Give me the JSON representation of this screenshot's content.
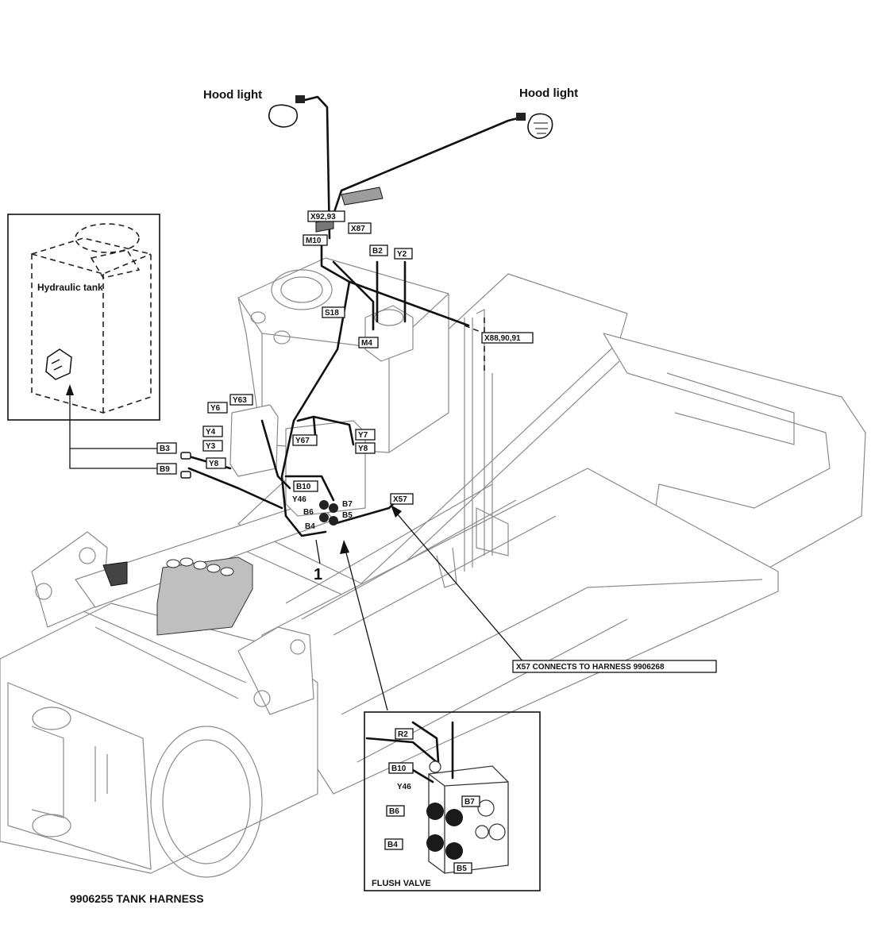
{
  "labels": {
    "hood_light_left": "Hood light",
    "hood_light_right": "Hood light",
    "hydraulic_tank": "Hydraulic tank",
    "item_number": "1",
    "x57_note": "X57 CONNECTS TO HARNESS 9906268",
    "flush_valve": "FLUSH VALVE",
    "caption": "9906255 TANK HARNESS"
  },
  "connectors": {
    "x92_93": "X92,93",
    "x87": "X87",
    "m10": "M10",
    "b2": "B2",
    "y2": "Y2",
    "s18": "S18",
    "m4": "M4",
    "x88_90_91": "X88,90,91",
    "y6": "Y6",
    "y63": "Y63",
    "y4": "Y4",
    "y3": "Y3",
    "y8_left": "Y8",
    "y67": "Y67",
    "y7": "Y7",
    "y8_right": "Y8",
    "b10": "B10",
    "y46": "Y46",
    "b6": "B6",
    "b7": "B7",
    "b5": "B5",
    "b4": "B4",
    "x57": "X57",
    "b3": "B3",
    "b9": "B9"
  },
  "inset": {
    "r2": "R2",
    "b10": "B10",
    "y46": "Y46",
    "b7": "B7",
    "b6": "B6",
    "b4": "B4",
    "b5": "B5"
  }
}
